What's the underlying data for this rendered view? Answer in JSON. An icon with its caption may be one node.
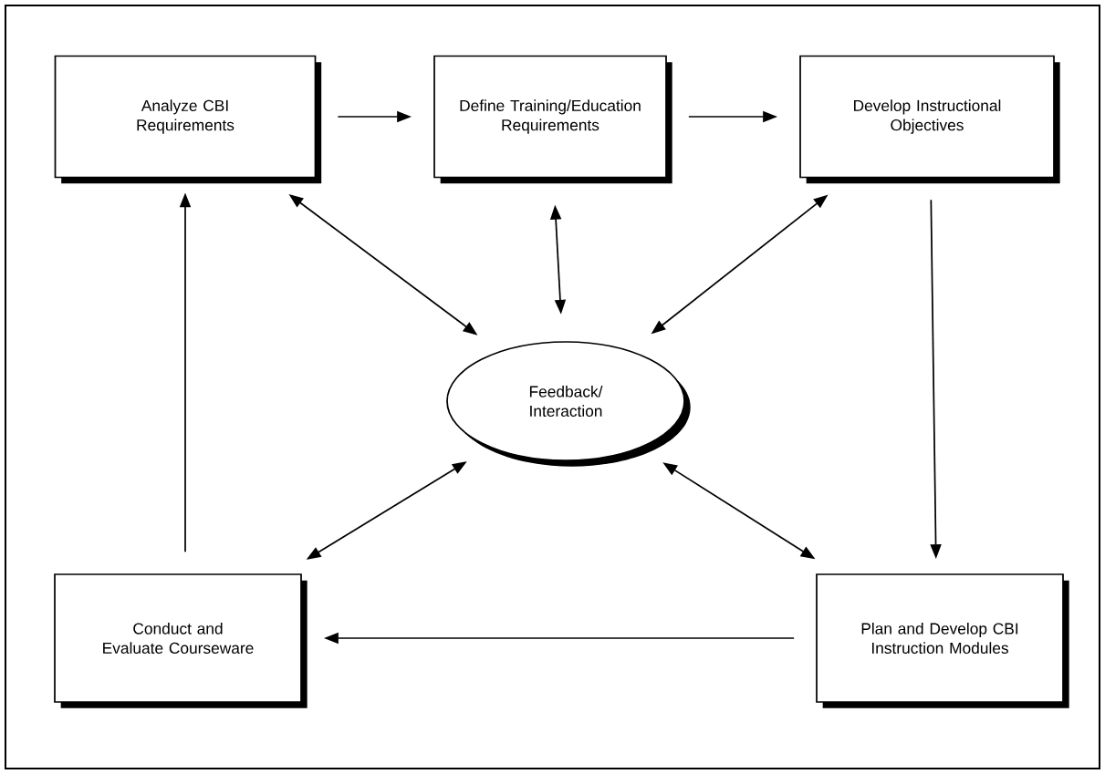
{
  "diagram": {
    "nodes": [
      {
        "text": [
          "Analyze CBI Requirements"
        ]
      },
      {
        "text": [
          "Define Training/Education Requirements"
        ]
      },
      {
        "text": [
          "Develop Instructional Objectives"
        ]
      },
      {
        "text": [
          "Feedback/ Interaction"
        ]
      },
      {
        "text": [
          "Conduct and Evaluate Courseware"
        ]
      },
      {
        "text": [
          "Plan and Develop CBI Instruction Modules"
        ]
      }
    ],
    "edges": [
      {
        "from": 0,
        "to": 1,
        "arrow": "to"
      },
      {
        "from": 1,
        "to": 2,
        "arrow": "to"
      },
      {
        "from": 2,
        "to": 5,
        "arrow": "to"
      },
      {
        "from": 5,
        "to": 4,
        "arrow": "to"
      },
      {
        "from": 4,
        "to": 0,
        "arrow": "to"
      },
      {
        "from": 0,
        "to": 3,
        "arrow": "both"
      },
      {
        "from": 1,
        "to": 3,
        "arrow": "both"
      },
      {
        "from": 2,
        "to": 3,
        "arrow": "both"
      },
      {
        "from": 4,
        "to": 3,
        "arrow": "both"
      },
      {
        "from": 5,
        "to": 3,
        "arrow": "both"
      }
    ]
  }
}
